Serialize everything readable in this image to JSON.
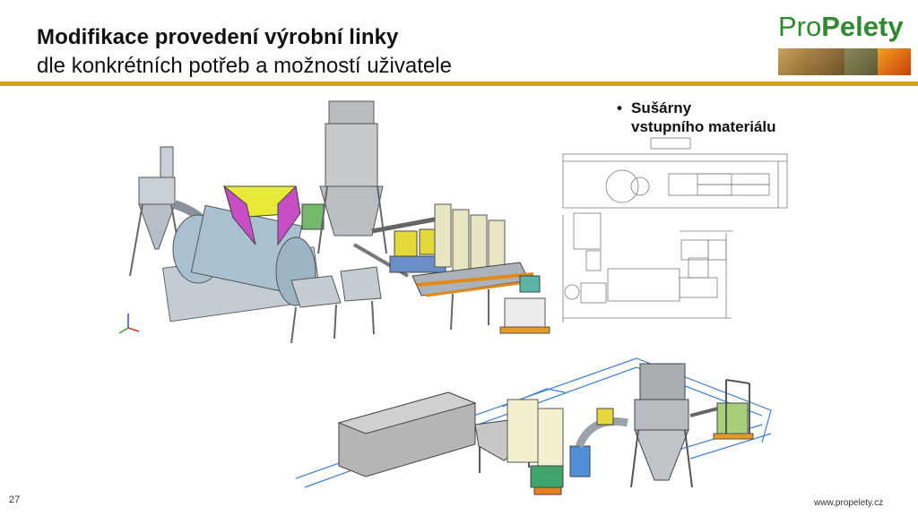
{
  "slide": {
    "title": "Modifikace provedení výrobní linky",
    "subtitle": "dle konkrétních potřeb a možností uživatele",
    "bullet": {
      "line1": "Sušárny",
      "line2": "vstupního materiálu"
    },
    "page_number": "27",
    "footer_url": "www.propelety.cz"
  },
  "logo": {
    "part1": "Pro",
    "part2": "Pelety"
  },
  "colors": {
    "accent_rule": "#d4a514",
    "logo_green": "#2e8a2e"
  }
}
